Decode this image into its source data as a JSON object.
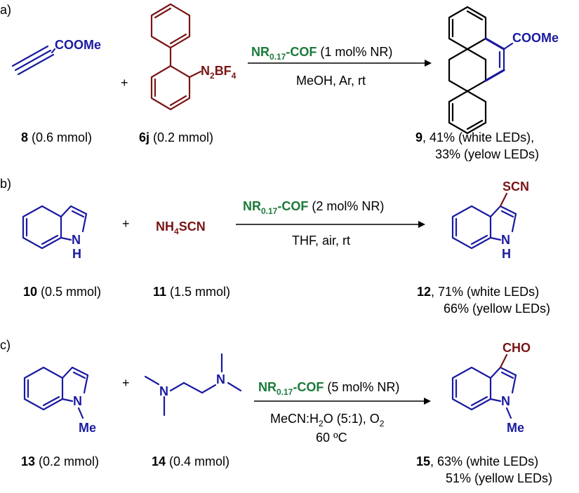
{
  "panels": [
    {
      "label": "a)",
      "reagent1": {
        "group": "COOMe",
        "id": "8",
        "amount": "(0.6 mmol)"
      },
      "plus": "+",
      "reagent2": {
        "group_main": "N",
        "group_sub": "2",
        "group_main2": "BF",
        "group_sub2": "4",
        "id": "6j",
        "amount": "(0.2 mmol)"
      },
      "catalyst": {
        "name": "NR",
        "sub": "0.17",
        "suffix": "-COF",
        "loading": "(1 mol% NR)"
      },
      "conditions": [
        "MeOH, Ar, rt"
      ],
      "product": {
        "group": "COOMe",
        "id": "9",
        "yield_line1": ", 41% (white LEDs),",
        "yield_line2": "33% (yelow LEDs)"
      }
    },
    {
      "label": "b)",
      "reagent1": {
        "nh": "N",
        "h": "H",
        "id": "10",
        "amount": "(0.5 mmol)"
      },
      "plus": "+",
      "reagent2": {
        "pre": "NH",
        "sub": "4",
        "post": "SCN",
        "id": "11",
        "amount": "(1.5 mmol)"
      },
      "catalyst": {
        "name": "NR",
        "sub": "0.17",
        "suffix": "-COF",
        "loading": "(2 mol% NR)"
      },
      "conditions": [
        "THF, air, rt"
      ],
      "product": {
        "group": "SCN",
        "nh": "N",
        "h": "H",
        "id": "12",
        "yield_line1": ", 71% (white LEDs)",
        "yield_line2": "66% (yellow LEDs)"
      }
    },
    {
      "label": "c)",
      "reagent1": {
        "n": "N",
        "me": "Me",
        "id": "13",
        "amount": "(0.2 mmol)"
      },
      "plus": "+",
      "reagent2": {
        "n1": "N",
        "n2": "N",
        "id": "14",
        "amount": "(0.4 mmol)"
      },
      "catalyst": {
        "name": "NR",
        "sub": "0.17",
        "suffix": "-COF",
        "loading": "(5 mol% NR)"
      },
      "conditions_pre": "MeCN:H",
      "conditions_sub": "2",
      "conditions_mid": "O (5:1), O",
      "conditions_sub2": "2",
      "conditions_line2": "60 ºC",
      "product": {
        "group": "CHO",
        "n": "N",
        "me": "Me",
        "id": "15",
        "yield_line1": ", 63% (white LEDs)",
        "yield_line2": "51% (yellow LEDs)"
      }
    }
  ],
  "colors": {
    "reactant": "#1a1aa0",
    "reagent": "#7a1515",
    "catalyst": "#1b7a3a"
  }
}
